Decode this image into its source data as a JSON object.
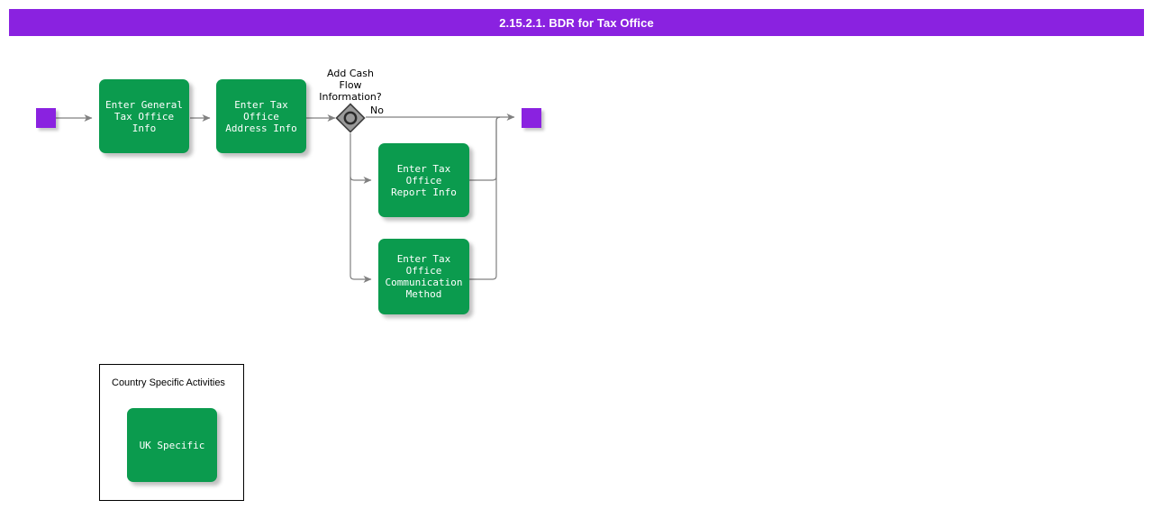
{
  "header": {
    "title": "2.15.2.1. BDR for Tax Office",
    "background_color": "#8a22e0",
    "text_color": "#ffffff"
  },
  "theme": {
    "task_fill": "#0b9b4e",
    "task_text": "#ffffff",
    "event_fill": "#8a22e0",
    "gateway_fill": "#9a9a9a",
    "gateway_stroke": "#3f3f3f",
    "connector_color": "#808080",
    "group_border": "#000000",
    "canvas_background": "#ffffff"
  },
  "diagram": {
    "start_event": {
      "name": "start-event"
    },
    "end_event": {
      "name": "end-event"
    },
    "gateway": {
      "label": "Add Cash\nFlow\nInformation?",
      "type": "inclusive-gateway"
    },
    "tasks": [
      {
        "id": "t1",
        "label": "Enter General\nTax Office Info"
      },
      {
        "id": "t2",
        "label": "Enter Tax Office\nAddress Info"
      },
      {
        "id": "t3",
        "label": "Enter Tax Office\nReport Info"
      },
      {
        "id": "t4",
        "label": "Enter Tax Office\nCommunication\nMethod"
      }
    ],
    "flow_labels": [
      {
        "id": "f_no",
        "label": "No"
      }
    ],
    "group": {
      "title": "Country Specific Activities",
      "tasks": [
        {
          "id": "g1",
          "label": "UK Specific"
        }
      ]
    }
  }
}
